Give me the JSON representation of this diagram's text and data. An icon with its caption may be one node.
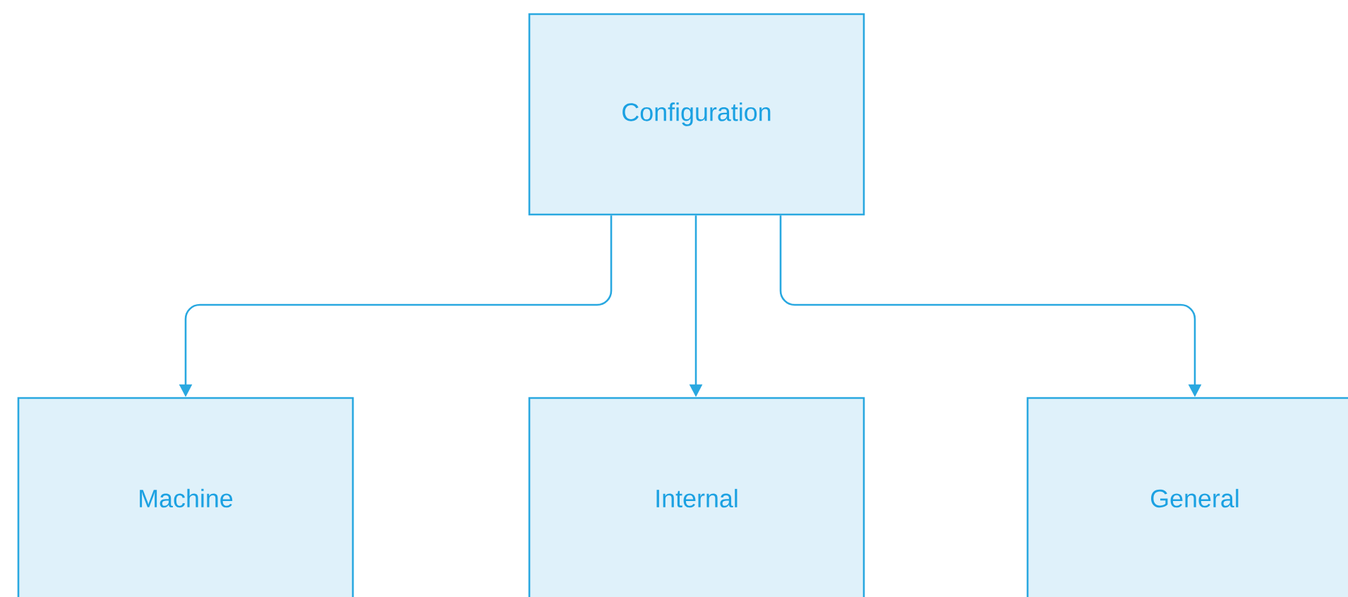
{
  "diagram": {
    "nodes": [
      {
        "text": [
          "Configuration"
        ]
      },
      {
        "text": [
          "Machine"
        ]
      },
      {
        "text": [
          "Internal"
        ]
      },
      {
        "text": [
          "General"
        ]
      }
    ],
    "edges": [
      {
        "from": 0,
        "to": 1,
        "arrow": "to"
      },
      {
        "from": 0,
        "to": 2,
        "arrow": "to"
      },
      {
        "from": 0,
        "to": 3,
        "arrow": "to"
      }
    ]
  }
}
